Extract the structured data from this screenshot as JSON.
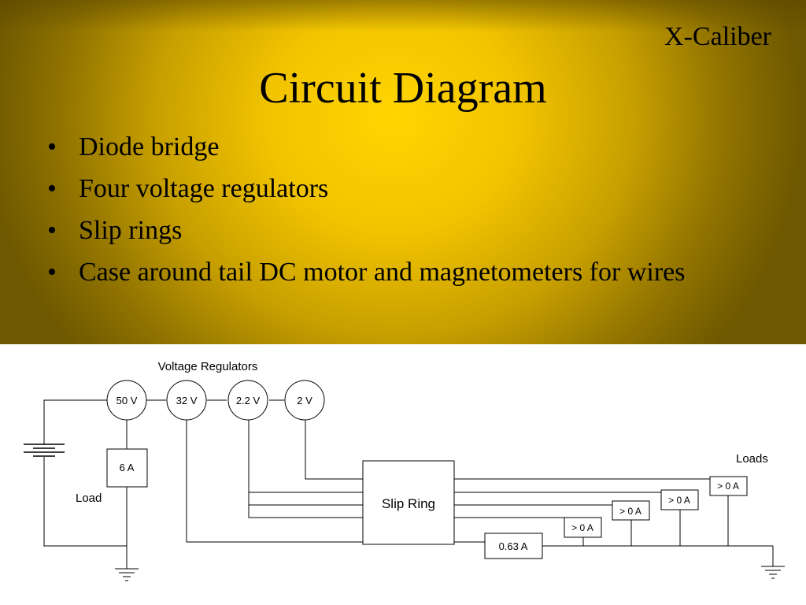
{
  "slide": {
    "brand": "X-Caliber",
    "title": "Circuit Diagram",
    "bullets": [
      "Diode bridge",
      "Four voltage regulators",
      "Slip rings",
      "Case around tail DC motor and magnetometers for wires"
    ],
    "bullet_marker": "•"
  },
  "diagram": {
    "regulators_label": "Voltage Regulators",
    "regulators": [
      "50 V",
      "32 V",
      "2.2 V",
      "2 V"
    ],
    "load_current": "6 A",
    "load_label": "Load",
    "slip_ring_label": "Slip Ring",
    "loads_label": "Loads",
    "loads": [
      "> 0 A",
      "> 0 A",
      "> 0 A",
      "> 0 A"
    ],
    "line_current": "0.63 A"
  }
}
